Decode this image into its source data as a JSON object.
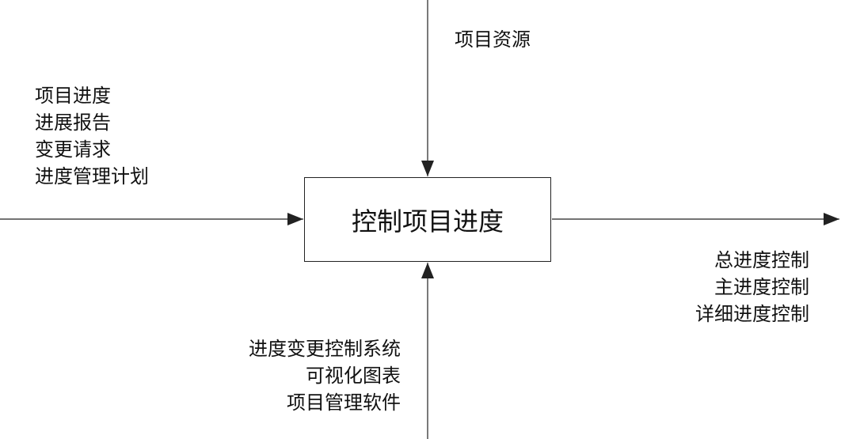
{
  "process": {
    "label": "控制项目进度"
  },
  "inputs": [
    "项目进度",
    "进展报告",
    "变更请求",
    "进度管理计划"
  ],
  "resources": [
    "项目资源"
  ],
  "tools": [
    "进度变更控制系统",
    "可视化图表",
    "项目管理软件"
  ],
  "outputs": [
    "总进度控制",
    "主进度控制",
    "详细进度控制"
  ],
  "colors": {
    "line": "#222222",
    "text": "#111111",
    "background": "#ffffff"
  }
}
